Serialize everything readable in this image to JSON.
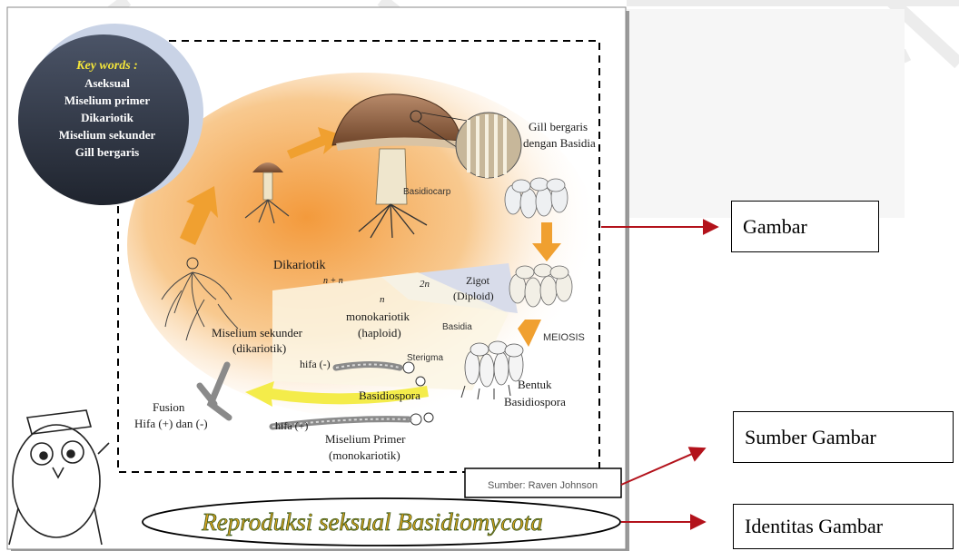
{
  "keywords": {
    "heading": "Key words :",
    "items": [
      "Aseksual",
      "Miselium primer",
      "Dikariotik",
      "Miselium sekunder",
      "Gill bergaris"
    ]
  },
  "diagram": {
    "gill_label": [
      "Gill bergaris",
      "dengan Basidia"
    ],
    "basidiocarp": "Basidiocarp",
    "dikariotik": "Dikariotik",
    "n_plus_n": "n + n",
    "two_n": "2n",
    "zigot": [
      "Zigot",
      "(Diploid)"
    ],
    "n": "n",
    "monokariotik": [
      "monokariotik",
      "(haploid)"
    ],
    "basidia": "Basidia",
    "meiosis": "MEIOSIS",
    "miselium_sekunder": [
      "Miselium sekunder",
      "(dikariotik)"
    ],
    "sterigma": "Sterigma",
    "hifa_minus": "hifa (-)",
    "basidiospora": "Basidiospora",
    "bentuk": [
      "Bentuk",
      "Basidiospora"
    ],
    "fusion": [
      "Fusion",
      "Hifa (+) dan (-)"
    ],
    "hifa_plus": "hifa (+)",
    "miselium_primer": [
      "Miselium Primer",
      "(monokariotik)"
    ],
    "sumber": "Sumber: Raven Johnson",
    "title": "Reproduksi seksual Basidiomycota"
  },
  "callouts": {
    "gambar": "Gambar",
    "sumber_gambar": "Sumber Gambar",
    "identitas_gambar": "Identitas Gambar"
  },
  "colors": {
    "frame_shadow": "#9a9a9a",
    "keyword_circle": "#2f3542",
    "keyword_heading": "#f5e63a",
    "title_fill": "#d9a21f",
    "title_stroke": "#3b5a1a",
    "arrow_red": "#b3121b",
    "arrow_orange": "#f0a030"
  }
}
